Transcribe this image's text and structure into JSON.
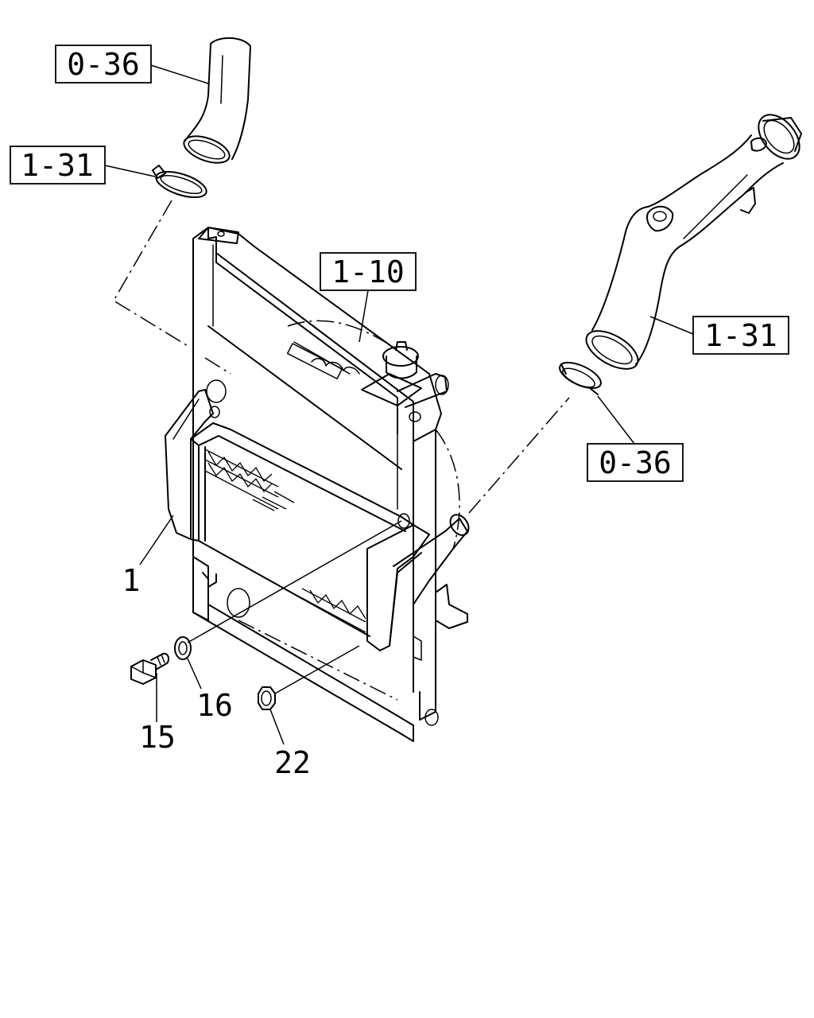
{
  "references": {
    "ref_hose_top": "0-36",
    "ref_clamp_top": "1-31",
    "ref_radiator": "1-10",
    "ref_pipe_right": "1-31",
    "ref_hose_right": "0-36"
  },
  "callouts": {
    "part_1": "1",
    "part_15": "15",
    "part_16": "16",
    "part_22": "22"
  }
}
